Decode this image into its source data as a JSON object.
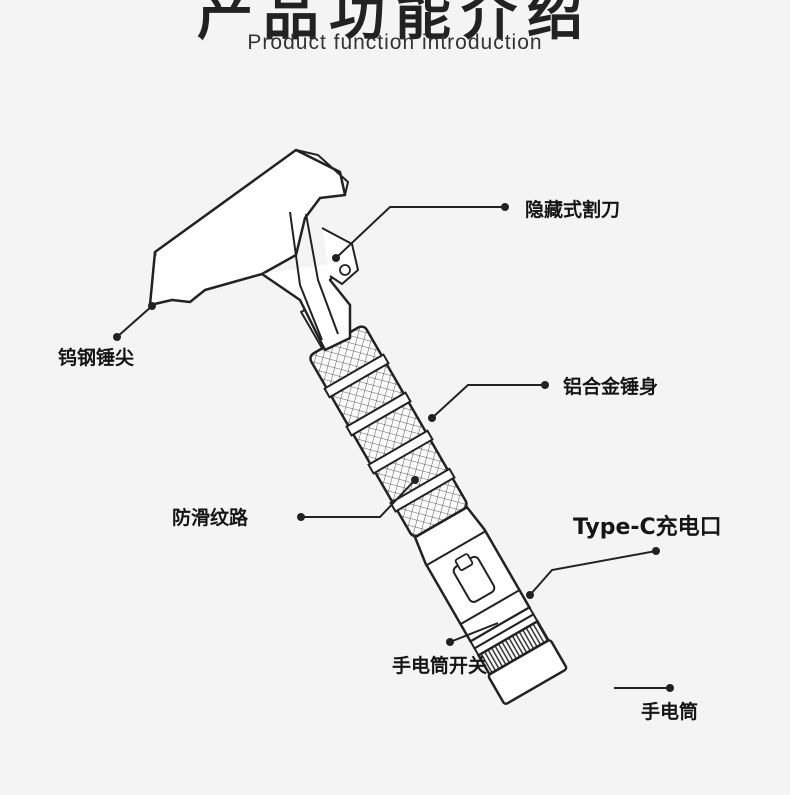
{
  "header": {
    "title_cut": "产品功能介绍",
    "subtitle": "Product function introduction"
  },
  "labels": {
    "hidden_blade": "隐藏式割刀",
    "tungsten_tip": "钨钢锤尖",
    "aluminum_body": "铝合金锤身",
    "antislip_texture": "防滑纹路",
    "typec_port": "Type-C充电口",
    "flashlight_switch": "手电筒开关",
    "flashlight": "手电筒"
  },
  "colors": {
    "background": "#f4f4f4",
    "line": "#222222",
    "text": "#151515"
  }
}
